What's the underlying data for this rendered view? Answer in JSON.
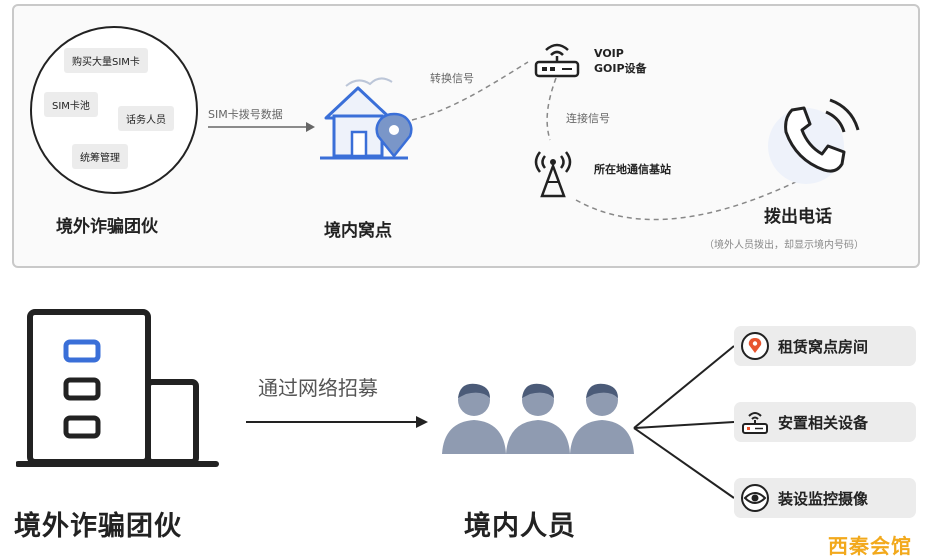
{
  "top": {
    "circle_tags": [
      "购买大量SIM卡",
      "SIM卡池",
      "话务人员",
      "统筹管理"
    ],
    "gang_label": "境外诈骗团伙",
    "arrow_label": "SIM卡拨号数据",
    "den_label": "境内窝点",
    "convert_label": "转换信号",
    "device_label_line1": "VOIP",
    "device_label_line2": "GOIP设备",
    "connect_label": "连接信号",
    "station_label": "所在地通信基站",
    "call_label": "拨出电话",
    "call_note": "（境外人员拨出，却显示境内号码）"
  },
  "bottom": {
    "gang_label": "境外诈骗团伙",
    "arrow_label": "通过网络招募",
    "people_label": "境内人员",
    "actions": [
      {
        "icon": "location-pin-icon",
        "label": "租赁窝点房间"
      },
      {
        "icon": "router-icon",
        "label": "安置相关设备"
      },
      {
        "icon": "eye-icon",
        "label": "装设监控摄像"
      }
    ]
  },
  "watermark": "西秦会馆",
  "colors": {
    "accent_blue": "#3a6fd8",
    "icon_blue": "#7a96c8",
    "person": "#8f9bb1",
    "watermark": "#f2a91c"
  }
}
